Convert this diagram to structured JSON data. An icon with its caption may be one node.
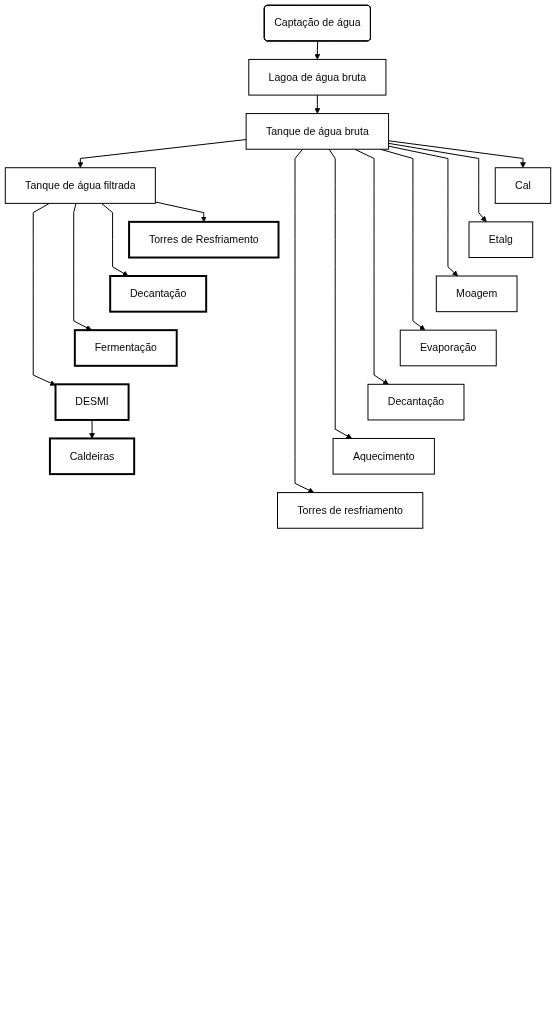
{
  "diagram": {
    "nodes": [
      {
        "text": [
          "Captação de água"
        ]
      },
      {
        "text": [
          "Lagoa de água bruta"
        ]
      },
      {
        "text": [
          "Tanque de água bruta"
        ]
      },
      {
        "text": [
          "Tanque de água filtrada"
        ]
      },
      {
        "text": [
          "Torres de Resfriamento"
        ]
      },
      {
        "text": [
          "Decantação"
        ]
      },
      {
        "text": [
          "Fermentação"
        ]
      },
      {
        "text": [
          "DESMI"
        ]
      },
      {
        "text": [
          "Caldeiras"
        ]
      },
      {
        "text": [
          "Cal"
        ]
      },
      {
        "text": [
          "Etalg"
        ]
      },
      {
        "text": [
          "Moagem"
        ]
      },
      {
        "text": [
          "Evaporação"
        ]
      },
      {
        "text": [
          "Decantação"
        ]
      },
      {
        "text": [
          "Aquecimento"
        ]
      },
      {
        "text": [
          "Torres de resfriamento"
        ]
      }
    ],
    "edges": [
      {
        "from": 0,
        "to": 1,
        "arrow": "to"
      },
      {
        "from": 1,
        "to": 2,
        "arrow": "to"
      },
      {
        "from": 2,
        "to": 3,
        "arrow": "to"
      },
      {
        "from": 2,
        "to": 9,
        "arrow": "to"
      },
      {
        "from": 2,
        "to": 10,
        "arrow": "to"
      },
      {
        "from": 2,
        "to": 11,
        "arrow": "to"
      },
      {
        "from": 2,
        "to": 12,
        "arrow": "to"
      },
      {
        "from": 2,
        "to": 13,
        "arrow": "to"
      },
      {
        "from": 2,
        "to": 14,
        "arrow": "to"
      },
      {
        "from": 2,
        "to": 15,
        "arrow": "to"
      },
      {
        "from": 3,
        "to": 4,
        "arrow": "to"
      },
      {
        "from": 3,
        "to": 5,
        "arrow": "to"
      },
      {
        "from": 3,
        "to": 6,
        "arrow": "to"
      },
      {
        "from": 3,
        "to": 7,
        "arrow": "to"
      },
      {
        "from": 7,
        "to": 8,
        "arrow": "to"
      }
    ]
  }
}
